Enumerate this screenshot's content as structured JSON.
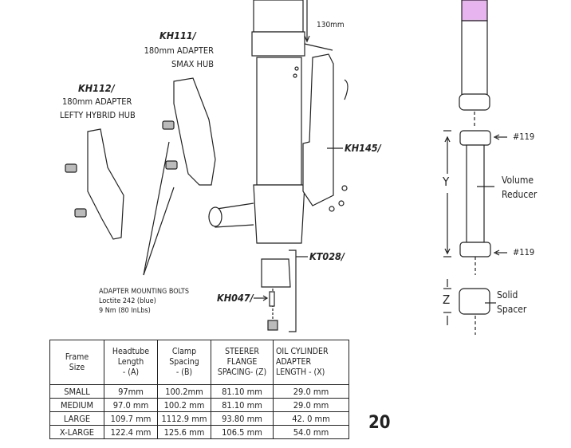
{
  "labels": {
    "dim_130": "130mm",
    "kh111_code": "KH111/",
    "kh111_line1": "180mm ADAPTER",
    "kh111_line2": "SMAX HUB",
    "kh112_code": "KH112/",
    "kh112_line1": "180mm ADAPTER",
    "kh112_line2": "LEFTY HYBRID HUB",
    "kh145": "KH145/",
    "kt028": "KT028/",
    "kh047": "KH047/",
    "bolts_title": "ADAPTER MOUNTING BOLTS",
    "bolts_loctite": "Loctite 242 (blue)",
    "bolts_torque": "9 Nm (80 InLbs)",
    "o119_top": "#119",
    "o119_bottom": "#119",
    "dim_y": "Y",
    "dim_z": "Z",
    "volume_reducer_1": "Volume",
    "volume_reducer_2": "Reducer",
    "solid_spacer_1": "Solid",
    "solid_spacer_2": "Spacer"
  },
  "table": {
    "headers": [
      [
        "Frame",
        "Size"
      ],
      [
        "Headtube",
        "Length",
        "- (A)"
      ],
      [
        "Clamp",
        "Spacing",
        "- (B)"
      ],
      [
        "STEERER",
        "FLANGE",
        "SPACING- (Z)"
      ],
      [
        "OIL CYLINDER",
        "ADAPTER",
        "LENGTH - (X)"
      ]
    ],
    "rows": [
      [
        "SMALL",
        "97mm",
        "100.2mm",
        "81.10 mm",
        "29.0 mm"
      ],
      [
        "MEDIUM",
        "97.0 mm",
        "100.2 mm",
        "81.10 mm",
        "29.0 mm"
      ],
      [
        "LARGE",
        "109.7 mm",
        "1112.9 mm",
        "93.80 mm",
        "42. 0 mm"
      ],
      [
        "X-LARGE",
        "122.4 mm",
        "125.6 mm",
        "106.5 mm",
        "54.0 mm"
      ]
    ]
  },
  "page_number": "20",
  "colors": {
    "pink_band": "#e8b4ef"
  }
}
